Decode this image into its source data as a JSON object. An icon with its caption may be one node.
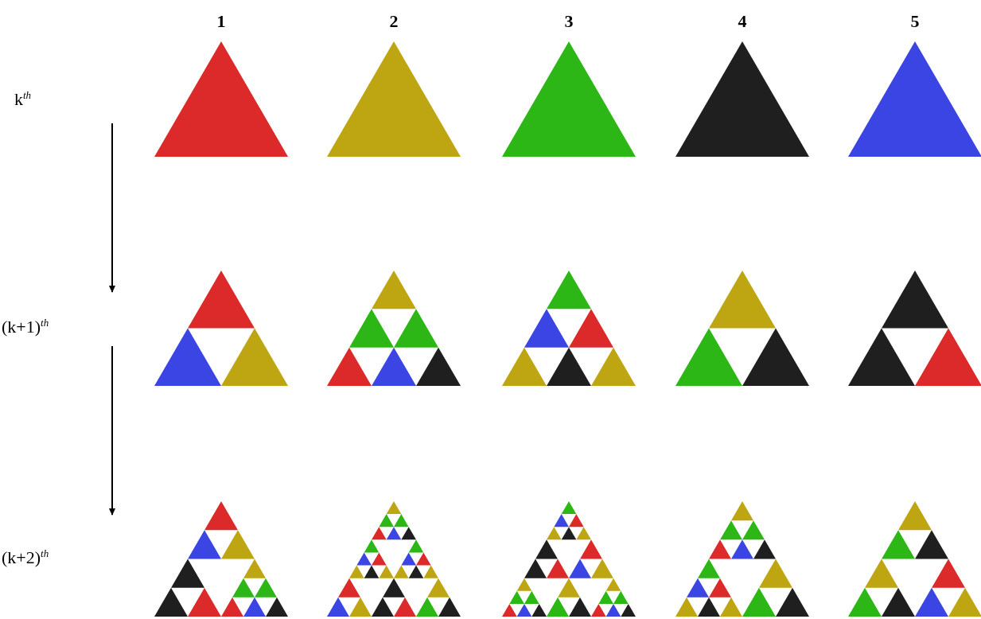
{
  "diagram": {
    "nodes": [
      {
        "text": [
          "k$^{th}$"
        ]
      },
      {
        "text": [
          "(k+1)$^{th}$"
        ]
      },
      {
        "text": [
          "(k+2)$^{th}$"
        ]
      }
    ],
    "labels": [
      "1",
      "2",
      "3",
      "4",
      "5"
    ]
  }
}
